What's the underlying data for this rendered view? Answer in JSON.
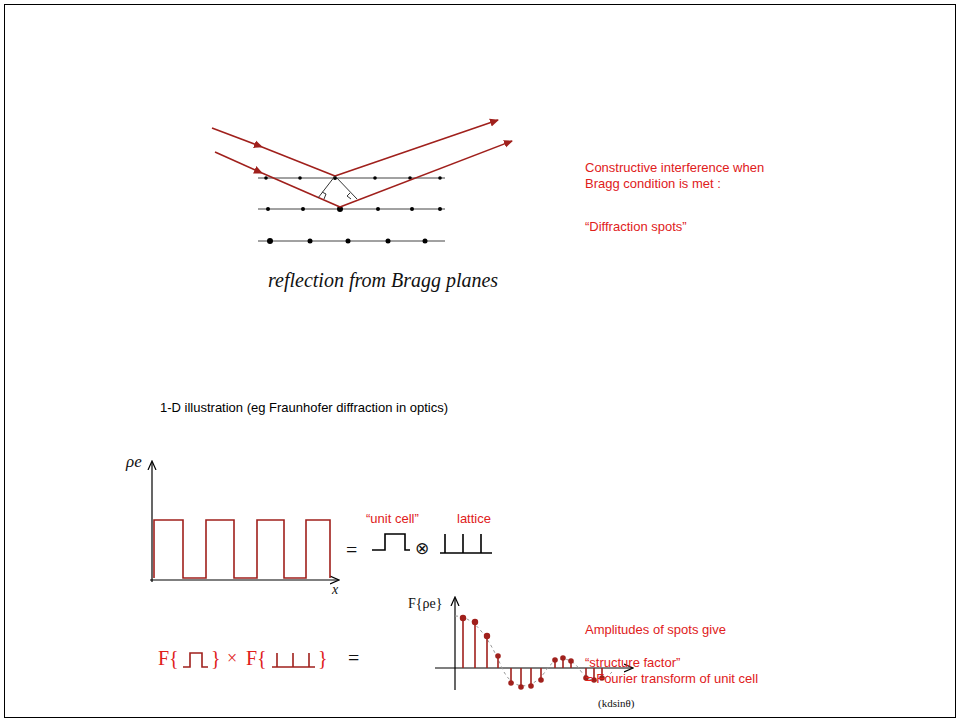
{
  "diagram": {
    "labels": [
      "reflection from Bragg planes",
      "Constructive interference when Bragg condition is met :",
      "“Diffraction spots”",
      "1-D illustration (eg Fraunhofer diffraction in optics)",
      "ρe",
      "x",
      "=",
      "⊗",
      "“unit cell”",
      "lattice",
      "F{ρe}",
      "F{",
      "}",
      "×",
      "F{",
      "}",
      "=",
      "(kdsinθ)",
      "Amplitudes of spots give",
      "“structure factor”",
      "= Fourier transform of unit cell"
    ]
  }
}
